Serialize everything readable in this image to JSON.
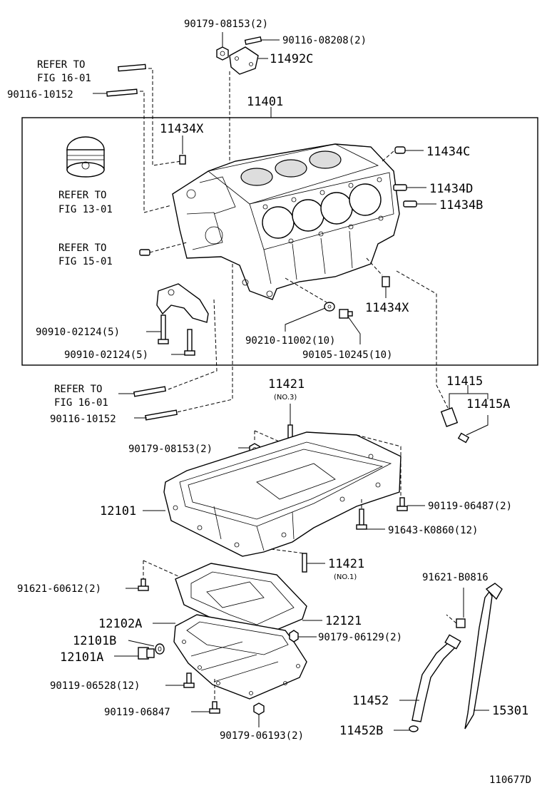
{
  "labels": {
    "p90179_08153_top": "90179-08153(2)",
    "p90116_08208": "90116-08208(2)",
    "p11492C": "11492C",
    "refer_16_01_top_a": "REFER TO",
    "refer_16_01_top_b": "FIG 16-01",
    "p90116_10152_top": "90116-10152",
    "p11401": "11401",
    "p11434X_top": "11434X",
    "p11434C": "11434C",
    "p11434D": "11434D",
    "p11434B": "11434B",
    "refer_13_01_a": "REFER TO",
    "refer_13_01_b": "FIG 13-01",
    "refer_15_01_a": "REFER TO",
    "refer_15_01_b": "FIG 15-01",
    "p11434X_bottom": "11434X",
    "p90910_02124_a": "90910-02124(5)",
    "p90910_02124_b": "90910-02124(5)",
    "p90210_11002": "90210-11002(10)",
    "p90105_10245": "90105-10245(10)",
    "refer_16_01_bot_a": "REFER TO",
    "refer_16_01_bot_b": "FIG 16-01",
    "p90116_10152_bot": "90116-10152",
    "p11421_top": "11421",
    "p11421_top_note": "(NO.3)",
    "p11415": "11415",
    "p11415A": "11415A",
    "p90179_08153_mid": "90179-08153(2)",
    "p12101": "12101",
    "p90119_06487": "90119-06487(2)",
    "p91643_K0860": "91643-K0860(12)",
    "p11421_bot": "11421",
    "p11421_bot_note": "(NO.1)",
    "p91621_60612": "91621-60612(2)",
    "p91621_B0816": "91621-B0816",
    "p12102A": "12102A",
    "p12121": "12121",
    "p12101B": "12101B",
    "p90179_06129": "90179-06129(2)",
    "p12101A": "12101A",
    "p90119_06528": "90119-06528(12)",
    "p11452": "11452",
    "p15301": "15301",
    "p90119_06847": "90119-06847",
    "p11452B": "11452B",
    "p90179_06193": "90179-06193(2)",
    "drawing_id": "110677D"
  }
}
